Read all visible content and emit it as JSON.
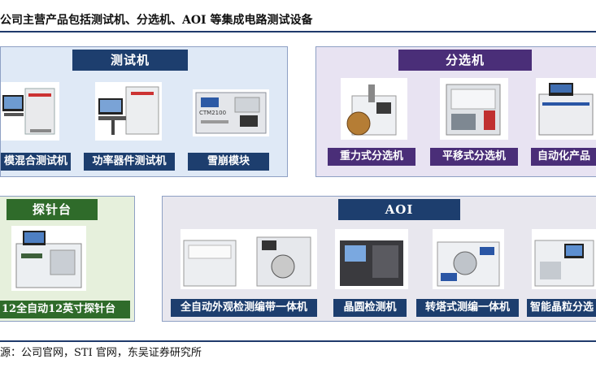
{
  "title": "公司主营产品包括测试机、分选机、AOI 等集成电路测试设备",
  "source": "源：公司官网，STI 官网，东吴证券研究所",
  "panels": {
    "tester": {
      "header": "测试机",
      "items": [
        "模混合测试机",
        "功率器件测试机",
        "雪崩模块"
      ],
      "device_text": [
        "CTM2100"
      ]
    },
    "sorter": {
      "header": "分选机",
      "items": [
        "重力式分选机",
        "平移式分选机",
        "自动化产品"
      ]
    },
    "prober": {
      "header": "探针台",
      "items": [
        "12全自动12英寸探针台"
      ]
    },
    "aoi": {
      "header": "AOI",
      "items": [
        "全自动外观检测编带一体机",
        "晶圆检测机",
        "转塔式测编一体机",
        "智能晶粒分选"
      ]
    }
  },
  "colors": {
    "navy": "#1d3e6e",
    "purple": "#4a2e78",
    "green": "#2f6b2a",
    "rule": "#1f3a6b"
  },
  "icons": [
    "tester-machine-icon",
    "sorter-machine-icon",
    "prober-machine-icon",
    "aoi-machine-icon"
  ]
}
